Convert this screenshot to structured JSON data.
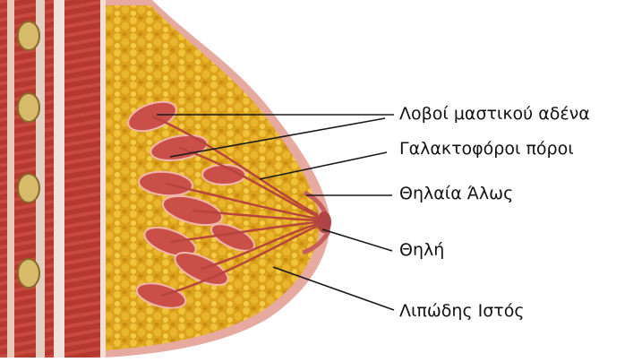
{
  "labels": {
    "lobes": "Λοβοί μαστικού αδένα",
    "ducts": "Γαλακτοφόροι πόροι",
    "areola": "Θηλαία Άλως",
    "nipple": "Θηλή",
    "fat": "Λιπώδης Ιστός"
  },
  "colors": {
    "muscle": "#b83a32",
    "fat": "#d9a520",
    "skin": "#e7b0a6",
    "lobule": "#c8504a",
    "leader_line": "#1a1a1a"
  }
}
